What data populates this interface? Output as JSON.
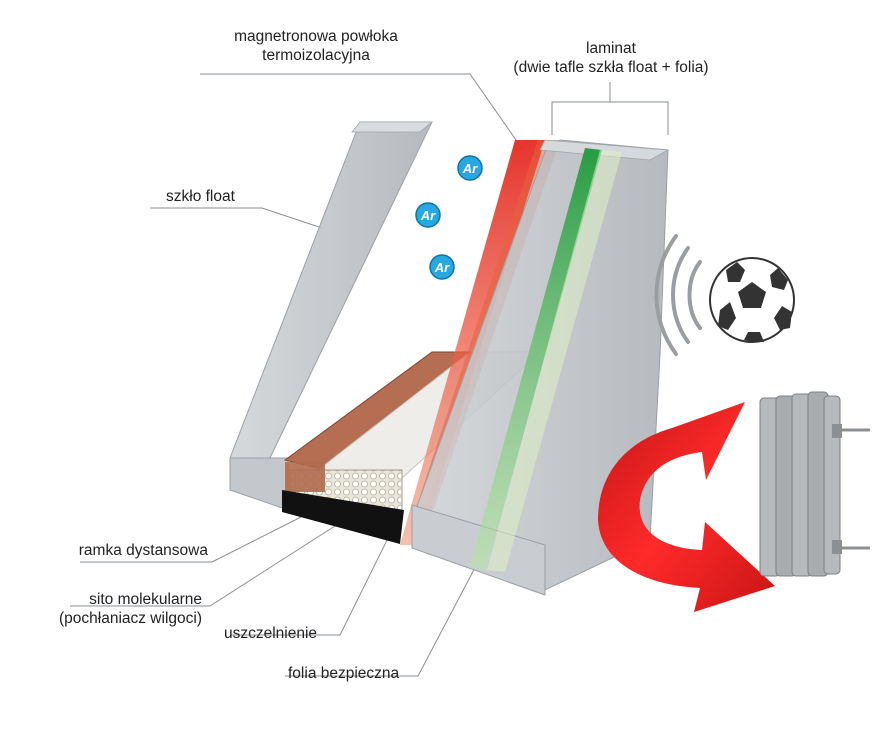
{
  "labels": {
    "coating_line1": "magnetronowa powłoka",
    "coating_line2": "termoizolacyjna",
    "laminate_line1": "laminat",
    "laminate_line2": "(dwie tafle szkła float + folia)",
    "float_glass": "szkło float",
    "spacer_frame": "ramka dystansowa",
    "sieve_line1": "sito molekularne",
    "sieve_line2": "(pochłaniacz wilgoci)",
    "sealant": "uszczelnienie",
    "safety_foil": "folia bezpieczna"
  },
  "argon": [
    "Ar",
    "Ar",
    "Ar"
  ],
  "icons": {
    "ball": "soccer-ball-icon",
    "sound": "sound-waves-icon",
    "heat": "heat-reflection-arrow-icon",
    "radiator": "radiator-icon"
  },
  "colors": {
    "glass": "#b9bdc2",
    "glass_dark": "#9aa0a6",
    "coating": "#e0231f",
    "spacer": "#b06a4f",
    "sieve": "#efeeea",
    "sealant": "#111111",
    "foil": "#2fa84a",
    "argon": "#28a8e0",
    "arrow": "#e01e1e",
    "radiator": "#a8abae"
  }
}
